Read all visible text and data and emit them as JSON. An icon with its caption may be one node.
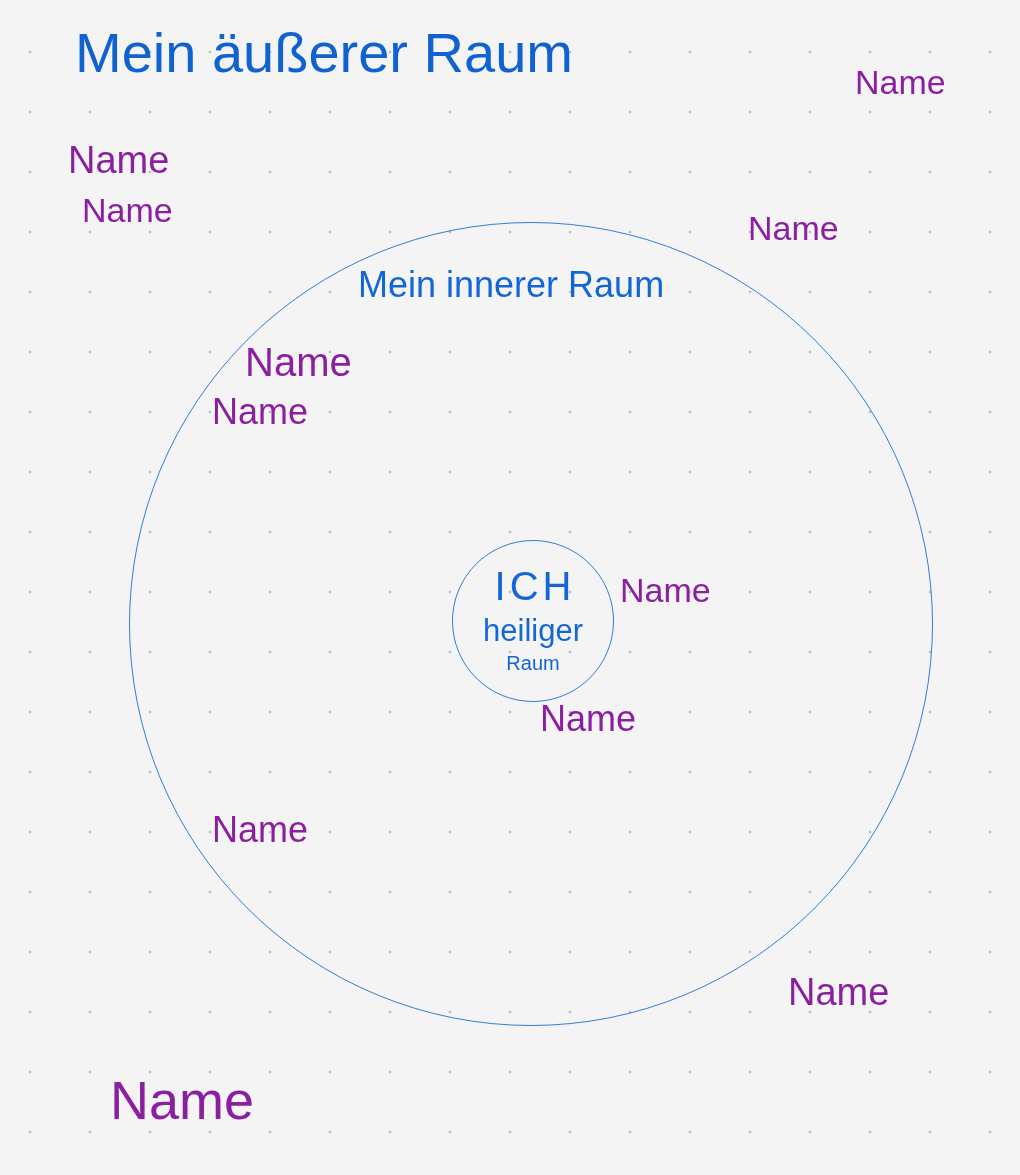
{
  "diagram": {
    "title": "Mein äußerer Raum",
    "nodes": [
      {
        "text": [
          "Mein innerer Raum"
        ]
      },
      {
        "text": [
          "ICH",
          "heiliger",
          "Raum"
        ],
        "in": 0
      }
    ],
    "labels": [
      "Name",
      "Name",
      "Name",
      "Name",
      "Name",
      "Name",
      "Name",
      "Name",
      "Name",
      "Name",
      "Name"
    ]
  }
}
